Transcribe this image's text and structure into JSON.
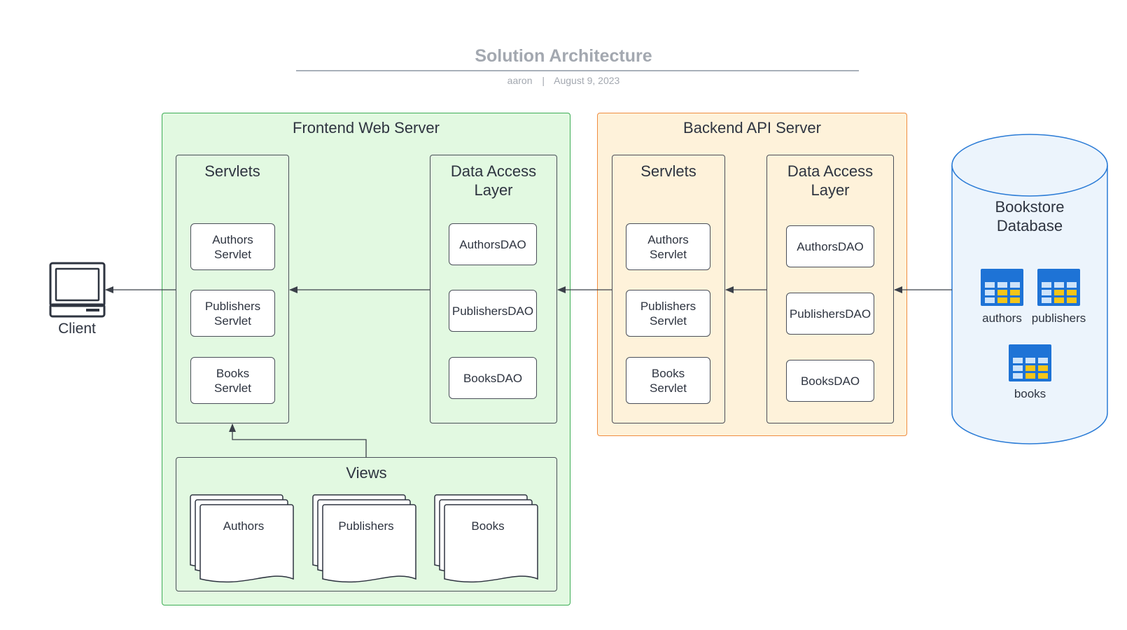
{
  "header": {
    "title": "Solution Architecture",
    "author": "aaron",
    "separator": "|",
    "date": "August 9, 2023"
  },
  "client": {
    "label": "Client",
    "icon": "desktop-computer-icon"
  },
  "frontend": {
    "label": "Frontend Web Server",
    "servlets": {
      "label": "Servlets",
      "items": [
        "Authors\nServlet",
        "Publishers\nServlet",
        "Books\nServlet"
      ]
    },
    "dal": {
      "label": "Data Access\nLayer",
      "items": [
        "AuthorsDAO",
        "PublishersDAO",
        "BooksDAO"
      ]
    },
    "views": {
      "label": "Views",
      "items": [
        "Authors",
        "Publishers",
        "Books"
      ]
    }
  },
  "backend": {
    "label": "Backend API Server",
    "servlets": {
      "label": "Servlets",
      "items": [
        "Authors\nServlet",
        "Publishers\nServlet",
        "Books\nServlet"
      ]
    },
    "dal": {
      "label": "Data Access\nLayer",
      "items": [
        "AuthorsDAO",
        "PublishersDAO",
        "BooksDAO"
      ]
    }
  },
  "database": {
    "label": "Bookstore\nDatabase",
    "tables": [
      "authors",
      "publishers",
      "books"
    ],
    "table_icon": "database-table-icon"
  },
  "colors": {
    "frontend_fill": "#e2f9e1",
    "frontend_border": "#3dad55",
    "backend_fill": "#fef2da",
    "backend_border": "#f08c40",
    "database_fill": "#ecf4fc",
    "database_border": "#2a7bd6",
    "table_header": "#1e73d6",
    "table_cell_blue": "#cde3fa",
    "table_cell_yellow": "#f5c518"
  }
}
